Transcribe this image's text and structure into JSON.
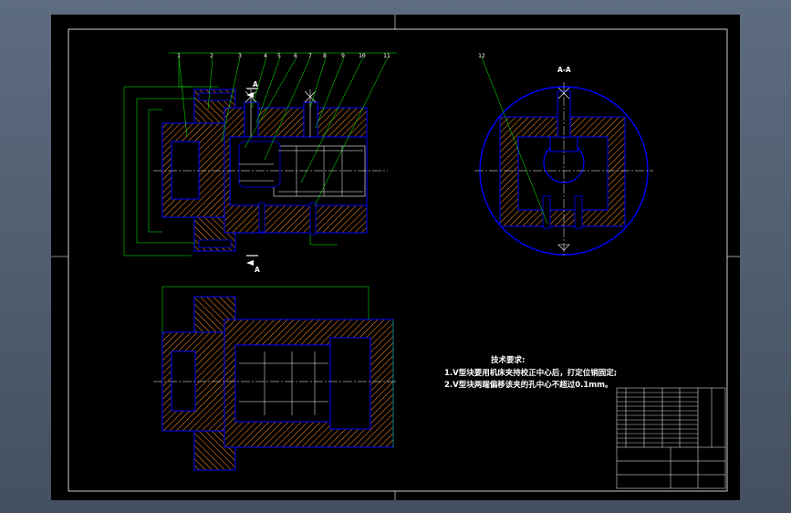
{
  "balloons": [
    "1",
    "2",
    "3",
    "4",
    "5",
    "6",
    "7",
    "8",
    "9",
    "10",
    "11",
    "12"
  ],
  "section_markers": {
    "arrow_letter": "A",
    "section_title": "A-A"
  },
  "tech_notes": {
    "title": "技术要求:",
    "lines": [
      "1.V型块要用机床夹持校正中心后，打定位销固定;",
      "2.V型块两端偏移该夹的孔中心不超过0.1mm。"
    ]
  },
  "colors": {
    "background": "#5d6c80",
    "paper": "#000000",
    "outline": "#ffffff",
    "part": "#0000ff",
    "hatch": "#ff8c1a",
    "dimension": "#00ff00",
    "centerline": "#ffffff"
  }
}
